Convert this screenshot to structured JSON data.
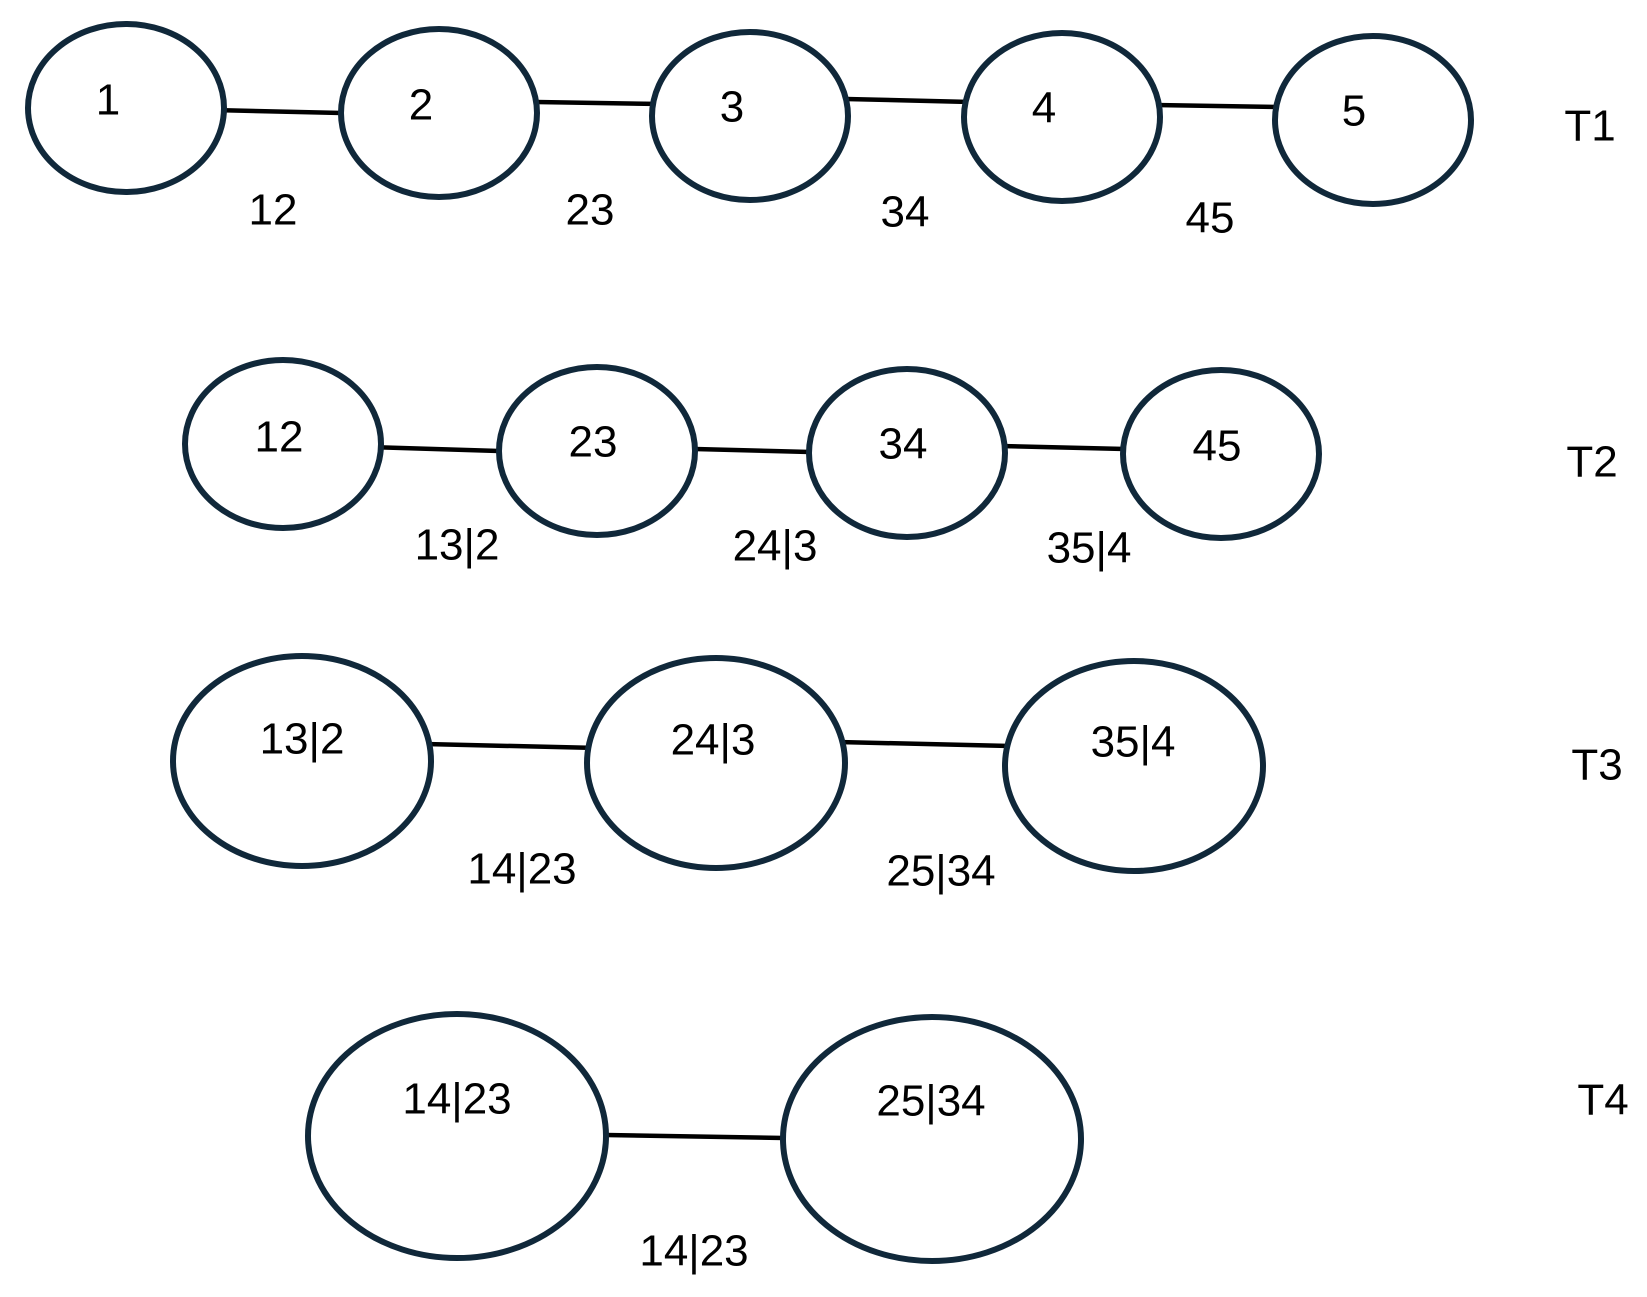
{
  "trees": [
    {
      "label": "T1",
      "nodes": [
        "1",
        "2",
        "3",
        "4",
        "5"
      ],
      "edges": [
        "12",
        "23",
        "34",
        "45"
      ]
    },
    {
      "label": "T2",
      "nodes": [
        "12",
        "23",
        "34",
        "45"
      ],
      "edges": [
        "13|2",
        "24|3",
        "35|4"
      ]
    },
    {
      "label": "T3",
      "nodes": [
        "13|2",
        "24|3",
        "35|4"
      ],
      "edges": [
        "14|23",
        "25|34"
      ]
    },
    {
      "label": "T4",
      "nodes": [
        "14|23",
        "25|34"
      ],
      "edges": [
        "14|23"
      ]
    }
  ],
  "colors": {
    "node_stroke": "#10283a",
    "edge_stroke": "#000000",
    "text": "#000000"
  }
}
